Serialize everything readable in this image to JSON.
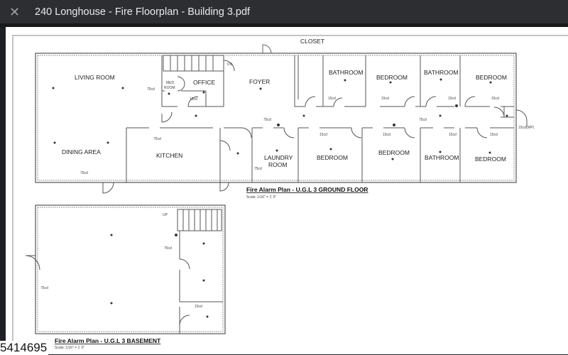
{
  "window": {
    "title": "240 Longhouse - Fire Floorplan - Building 3.pdf",
    "close_icon": "close-icon"
  },
  "ground": {
    "rooms": {
      "living": "LIVING ROOM",
      "dining": "DINING AREA",
      "kitchen": "KITCHEN",
      "med1": "MED",
      "med2": "ROOM",
      "office": "OFFICE",
      "foyer": "FOYER",
      "closet": "CLOSET",
      "bath1": "BATHROOM",
      "bed1": "BEDROOM",
      "bath2": "BATHROOM",
      "bed2": "BEDROOM",
      "laundry1": "LAUNDRY",
      "laundry2": "ROOM",
      "bed3": "BEDROOM",
      "bed4": "BEDROOM",
      "bath3": "BATHROOM",
      "bed5": "BEDROOM"
    },
    "dn": "DN",
    "notes": {
      "cd75": "75cd",
      "cd15": "15cd",
      "wp": "15cd(WP)"
    },
    "title": "Fire Alarm Plan - U.G.L 3 GROUND FLOOR",
    "scale": "Scale: 1/16\" = 1' 0\""
  },
  "basement": {
    "up": "UP",
    "notes": {
      "cd75": "75cd",
      "cd15": "15cd"
    },
    "title": "Fire Alarm Plan - U.G.L 3 BASEMENT",
    "scale": "Scale: 1/16\" = 1' 0\""
  },
  "listing_id": "5414695"
}
